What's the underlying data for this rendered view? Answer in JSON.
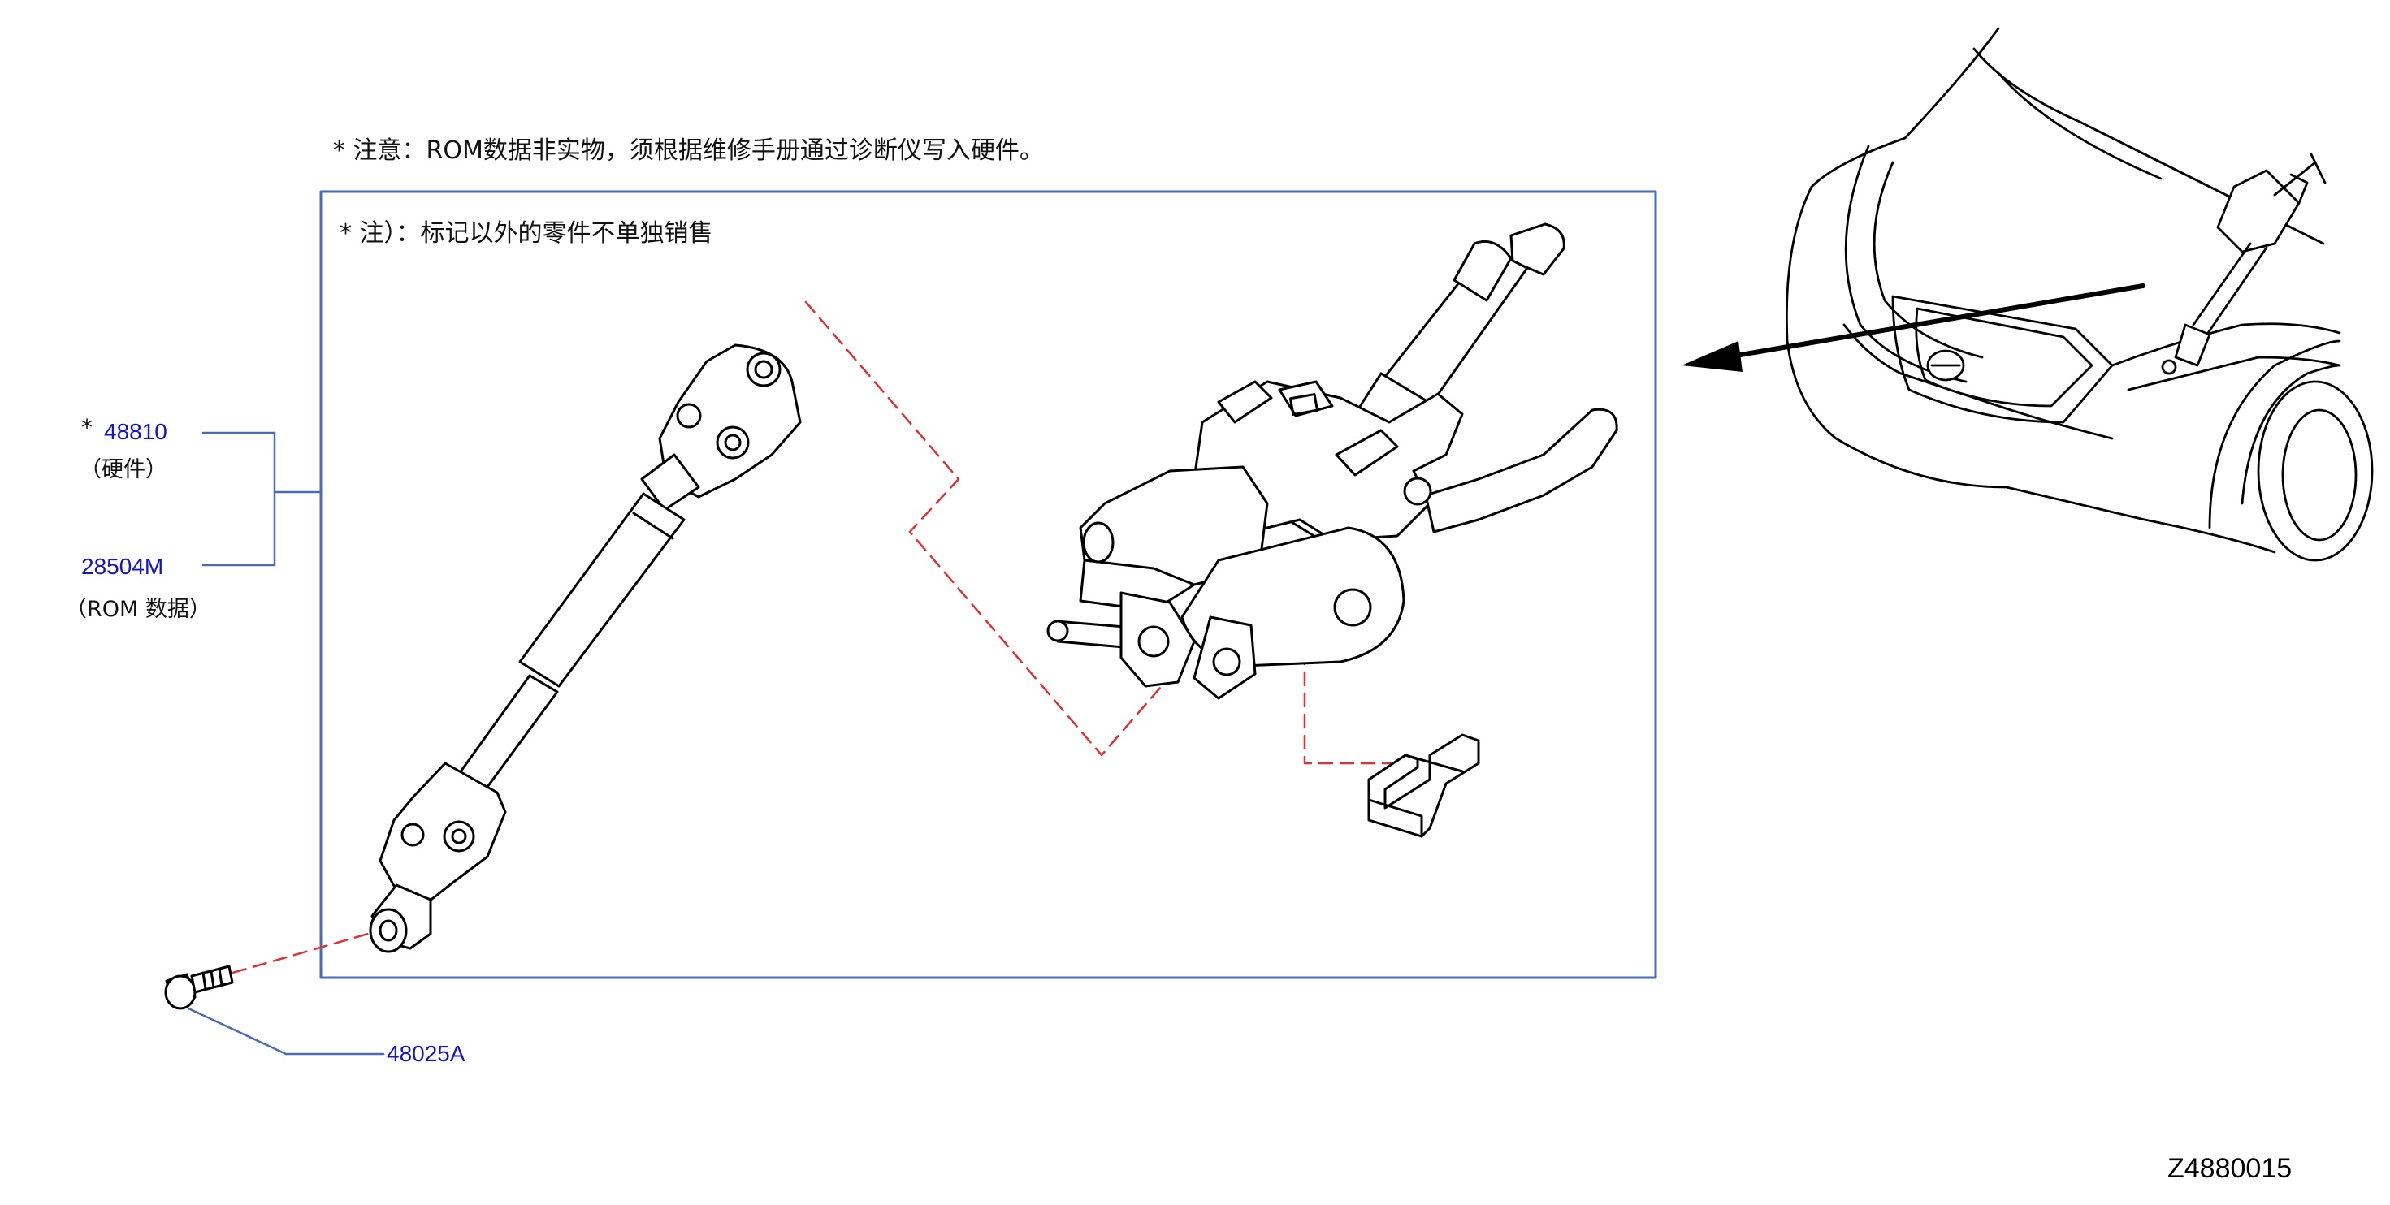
{
  "notes": {
    "rom_note": "*  注意：ROM数据非实物，须根据维修手册通过诊断仪写入硬件。",
    "box_note": "*  注）：标记以外的零件不单独销售"
  },
  "callouts": {
    "p48810": {
      "star": "*",
      "number": "48810",
      "desc": "（硬件）"
    },
    "p28504M": {
      "number": "28504M",
      "desc": "（ROM    数据）"
    },
    "p48025A": {
      "number": "48025A"
    }
  },
  "diagram_code": "Z4880015",
  "colors": {
    "part_number": "#1414c8",
    "frame": "#4a6cb8",
    "leader_dash": "#e03030",
    "line_art": "#000000"
  }
}
